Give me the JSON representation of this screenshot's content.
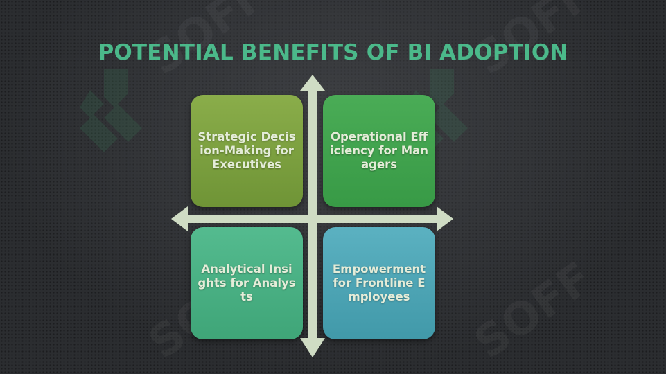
{
  "slide": {
    "title": "POTENTIAL BENEFITS OF BI ADOPTION",
    "watermark_text": "SOFF"
  },
  "quadrants": {
    "top_left": "Strategic Decision-Making for Executives",
    "top_right": "Operational Efficiency for Managers",
    "bottom_left": "Analytical Insights for Analysts",
    "bottom_right": "Empowerment for Frontline Employees"
  },
  "colors": {
    "background": "#2b2d30",
    "title": "#4bb98a",
    "axis": "#cfdcc4",
    "top_left_box": "#7ea040",
    "top_right_box": "#42a350",
    "bottom_left_box": "#4ab083",
    "bottom_right_box": "#4ea5b5",
    "box_text": "#e4ecd8"
  }
}
